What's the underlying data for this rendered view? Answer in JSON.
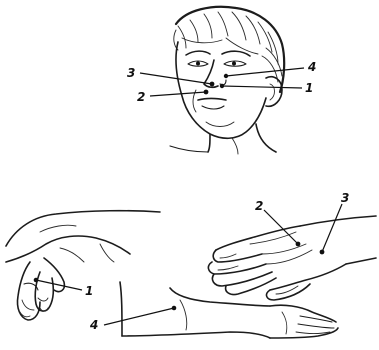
{
  "labels": {
    "face_a": "4",
    "face_b": "3",
    "face_c": "2",
    "face_d": "1",
    "left_hand": "1",
    "right_hand_a": "2",
    "right_hand_b": "3",
    "forearm": "4"
  },
  "colors": {
    "ink": "#1c1c1c",
    "paper": "#ffffff"
  }
}
